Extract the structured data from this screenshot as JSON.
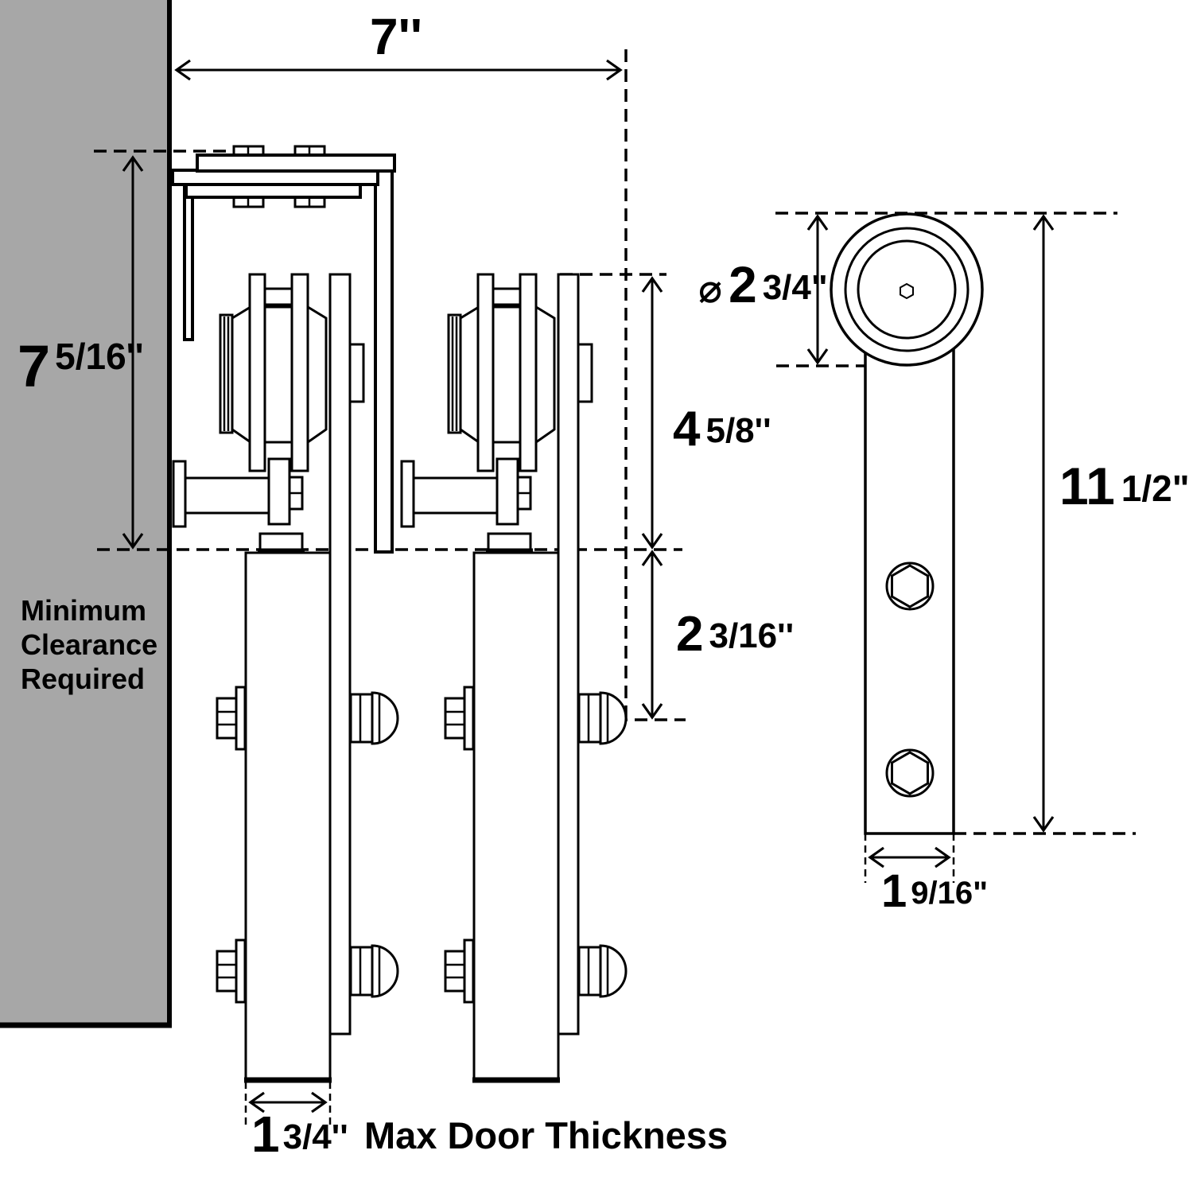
{
  "colors": {
    "wall": "#a7a7a7",
    "line": "#000000",
    "background": "#ffffff"
  },
  "front_view": {
    "track_depth": {
      "label": "7''"
    },
    "clearance": {
      "whole": "7",
      "frac": "5/16''"
    },
    "clearance_note": {
      "line1": "Minimum",
      "line2": "Clearance",
      "line3": "Required"
    },
    "wheel_bottom": {
      "whole": "4",
      "frac": "5/8''"
    },
    "bolt_offset": {
      "whole": "2",
      "frac": "3/16''"
    },
    "door_thickness": {
      "whole": "1",
      "frac": "3/4''",
      "note": "Max Door Thickness"
    }
  },
  "side_view": {
    "wheel_diameter": {
      "symbol": "⌀",
      "whole": "2",
      "frac": "3/4\""
    },
    "overall_height": {
      "whole": "11",
      "frac": "1/2\""
    },
    "strap_width": {
      "whole": "1",
      "frac": "9/16\""
    }
  }
}
